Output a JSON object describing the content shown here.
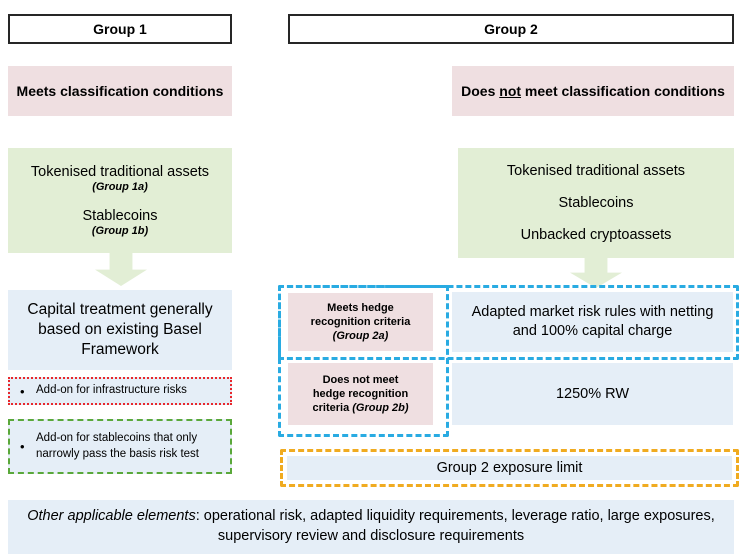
{
  "diagram": {
    "title": "Cryptoasset prudential treatment classification",
    "colors": {
      "pink": "#efdfe1",
      "green": "#e2eed5",
      "blue": "#e5eef7",
      "outline_red": "#e8272c",
      "outline_green": "#5aa83a",
      "outline_blue": "#29abe2",
      "outline_orange": "#f0ab20",
      "header_border": "#262626"
    }
  },
  "group1": {
    "header": "Group 1",
    "condition": "Meets classification conditions",
    "assets": {
      "item1": "Tokenised traditional assets",
      "item1_sub": "(Group 1a)",
      "item2": "Stablecoins",
      "item2_sub": "(Group 1b)"
    },
    "treatment": "Capital treatment generally based on existing Basel Framework",
    "addons": [
      {
        "bullet": "•",
        "text": "Add-on for infrastructure risks"
      },
      {
        "bullet": "•",
        "text": "Add-on for stablecoins that only narrowly pass the basis risk test"
      }
    ]
  },
  "group2": {
    "header": "Group 2",
    "condition_prefix": "Does ",
    "condition_emphasis": "not",
    "condition_suffix": " meet classification conditions",
    "assets": {
      "item1": "Tokenised traditional assets",
      "item2": "Stablecoins",
      "item3": "Unbacked cryptoassets"
    },
    "criteria": {
      "a_line1": "Meets hedge",
      "a_line2": "recognition criteria",
      "a_sub": "(Group 2a)",
      "b_line1": "Does not meet",
      "b_line2": "hedge recognition",
      "b_line3_prefix": "criteria ",
      "b_sub": "(Group 2b)"
    },
    "treatments": {
      "a": "Adapted market risk rules with netting and 100% capital charge",
      "b": "1250% RW"
    },
    "exposure_limit": "Group 2 exposure limit"
  },
  "footer": {
    "lead": "Other applicable elements",
    "rest": ": operational risk, adapted liquidity requirements, leverage ratio, large exposures, supervisory review and disclosure requirements"
  }
}
